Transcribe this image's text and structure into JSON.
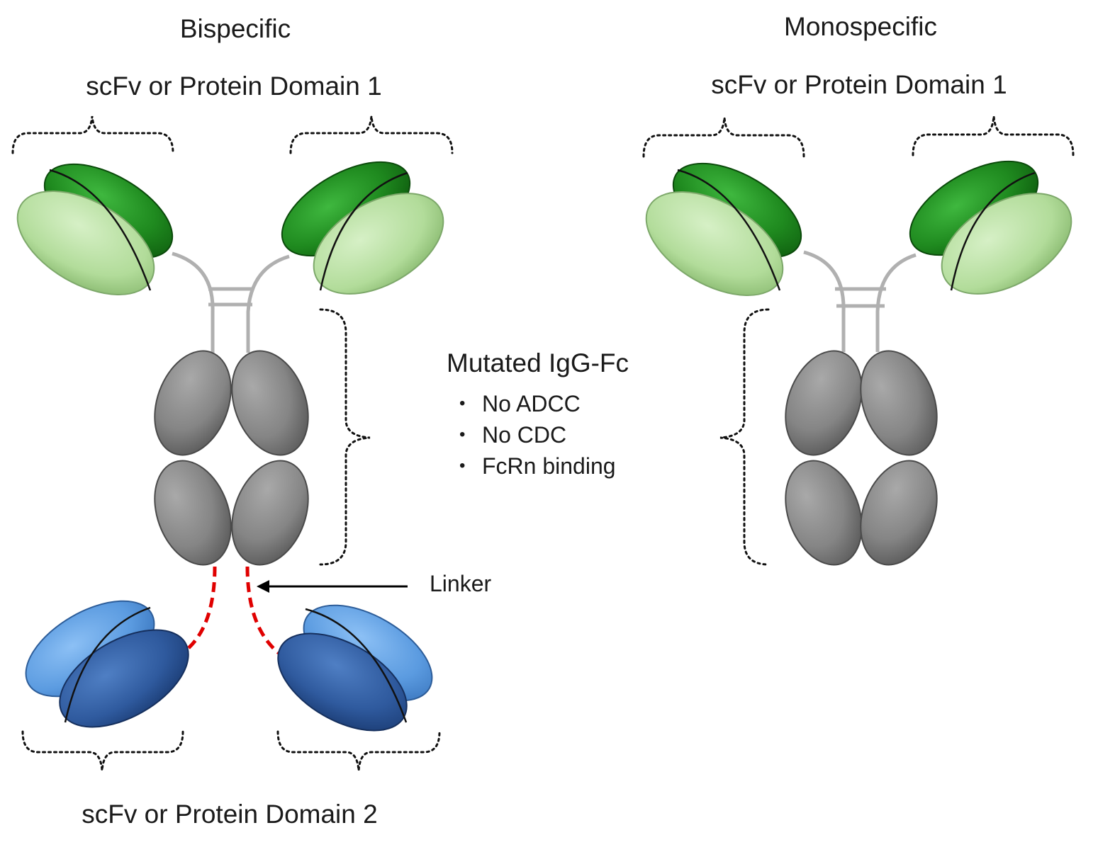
{
  "bispecific": {
    "title": "Bispecific",
    "domain1_label": "scFv or Protein Domain 1",
    "domain2_label": "scFv or Protein Domain 2",
    "linker_label": "Linker"
  },
  "monospecific": {
    "title": "Monospecific",
    "domain1_label": "scFv or Protein Domain 1"
  },
  "fc": {
    "title": "Mutated IgG-Fc",
    "features": [
      "No ADCC",
      "No CDC",
      "FcRn binding"
    ]
  },
  "colors": {
    "green_dark": "#1f8a1f",
    "green_light": "#b7e0a0",
    "blue_light": "#5b9be0",
    "blue_dark": "#2f5a9e",
    "fc_gray": "#8a8a8a",
    "hinge_gray": "#b0b0b0",
    "linker_red": "#e00000"
  }
}
